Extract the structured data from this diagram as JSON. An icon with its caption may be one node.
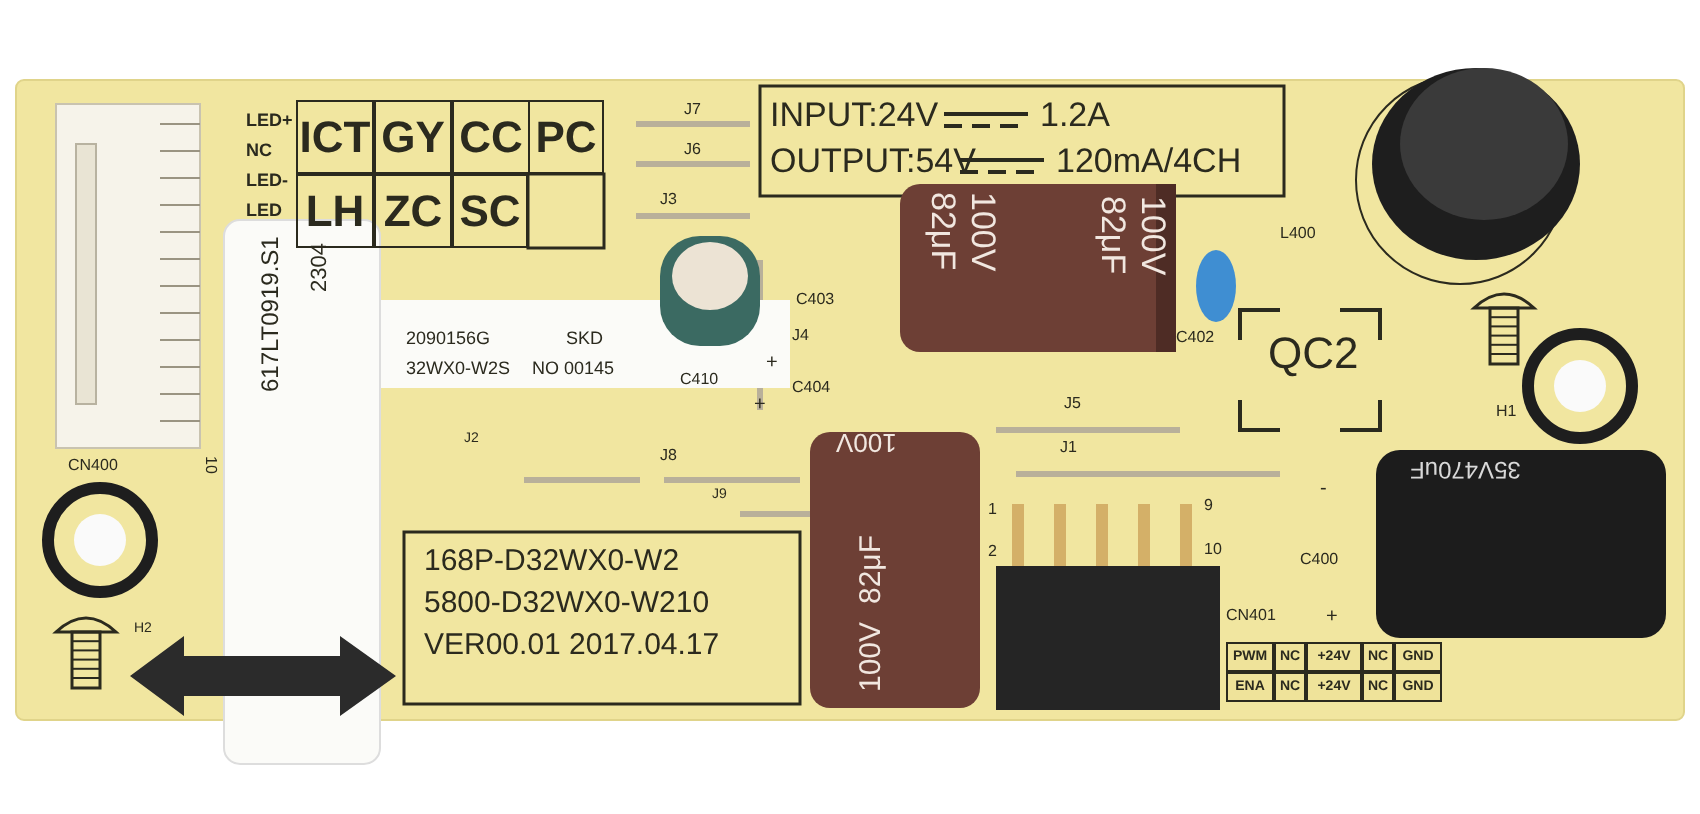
{
  "diagram": {
    "labels": [
      "LED+",
      "NC",
      "LED-",
      "LED",
      "ICT",
      "GY",
      "CC",
      "PC",
      "LH",
      "ZC",
      "SC",
      "617LT0919.S1",
      "2304",
      "2090156G",
      "SKD",
      "32WX0-W2S",
      "NO 00145",
      "J7",
      "J6",
      "J3",
      "INPUT:24V",
      "1.2A",
      "OUTPUT:54V",
      "120mA/4CH",
      "82μF",
      "100V",
      "82μF",
      "100V",
      "C403",
      "J4",
      "C410",
      "C404",
      "C402",
      "L400",
      "QC2",
      "H1",
      "J2",
      "J5",
      "J8",
      "J1",
      "J9",
      "CN400",
      "10",
      "35V470uF",
      "100V",
      "82μF",
      "100V",
      "1",
      "2",
      "9",
      "10",
      "C400",
      "CN401",
      "PWM",
      "NC",
      "+24V",
      "NC",
      "GND",
      "ENA",
      "NC",
      "+24V",
      "NC",
      "GND",
      "H2",
      "168P-D32WX0-W2",
      "5800-D32WX0-W210",
      "VER00.01 2017.04.17",
      "+",
      "+",
      "-",
      "+"
    ]
  }
}
